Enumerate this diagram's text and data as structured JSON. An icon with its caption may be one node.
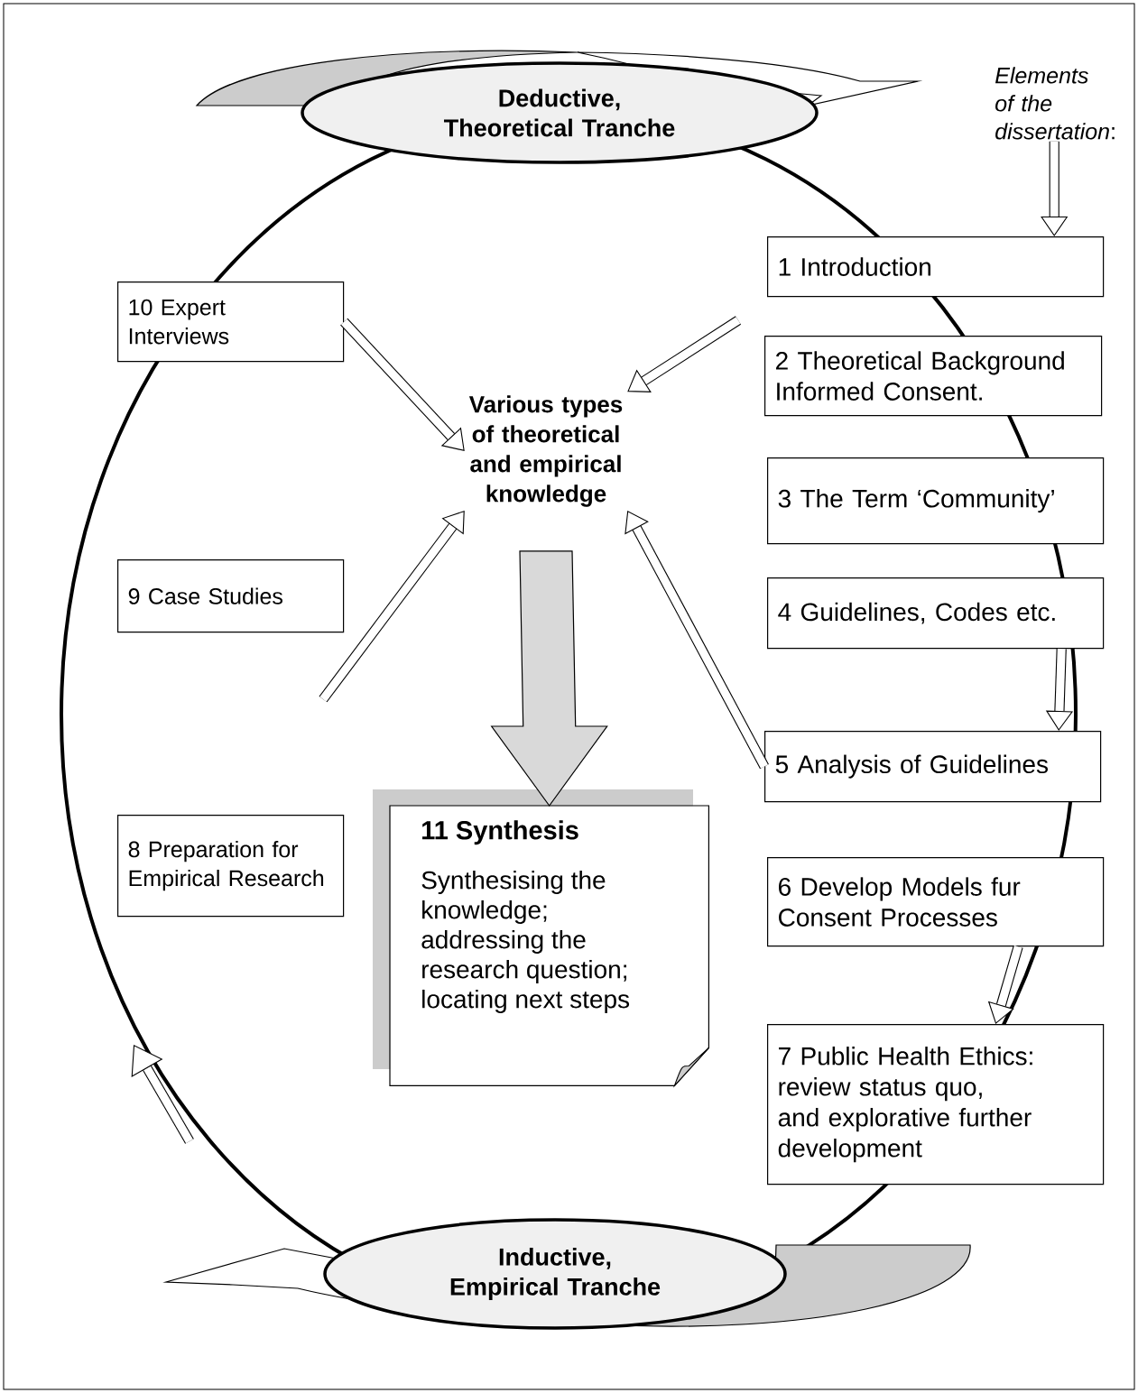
{
  "diagram": {
    "nodes": [
      {
        "text": [
          "Deductive, Theoretical Tranche"
        ]
      },
      {
        "text": [
          "Inductive, Empirical Tranche"
        ]
      },
      {
        "text": [
          "*Elements of the dissertation*:"
        ]
      },
      {
        "text": [
          "1 Introduction"
        ]
      },
      {
        "text": [
          "2 Theoretical Background Informed Consent."
        ]
      },
      {
        "text": [
          "3 The Term ‘Community’"
        ]
      },
      {
        "text": [
          "4 Guidelines, Codes etc."
        ]
      },
      {
        "text": [
          "5 Analysis of Guidelines"
        ]
      },
      {
        "text": [
          "6 Develop Models fur Consent Processes"
        ]
      },
      {
        "text": [
          "7 Public Health Ethics: review status quo, and explorative further development"
        ]
      },
      {
        "text": [
          "8 Preparation for Empirical Research"
        ]
      },
      {
        "text": [
          "9 Case Studies"
        ]
      },
      {
        "text": [
          "10 Expert Interviews"
        ]
      },
      {
        "text": [
          "Various types of theoretical and empirical knowledge"
        ]
      },
      {
        "text": [
          "11 Synthesis",
          "Synthesising the knowledge; addressing the research question; locating next steps"
        ]
      }
    ],
    "edges": [
      {
        "from": 2,
        "to": 3,
        "arrow": "to"
      },
      {
        "from": 12,
        "to": 13,
        "arrow": "to"
      },
      {
        "from": null,
        "to": 13,
        "arrow": "to"
      },
      {
        "from": null,
        "to": 13,
        "arrow": "to"
      },
      {
        "from": 7,
        "to": 13,
        "arrow": "to"
      },
      {
        "from": 13,
        "to": 14,
        "arrow": "to",
        "style": "thick"
      },
      {
        "from": 6,
        "to": 7,
        "arrow": "to"
      },
      {
        "from": 8,
        "to": 9,
        "arrow": "to"
      }
    ]
  }
}
